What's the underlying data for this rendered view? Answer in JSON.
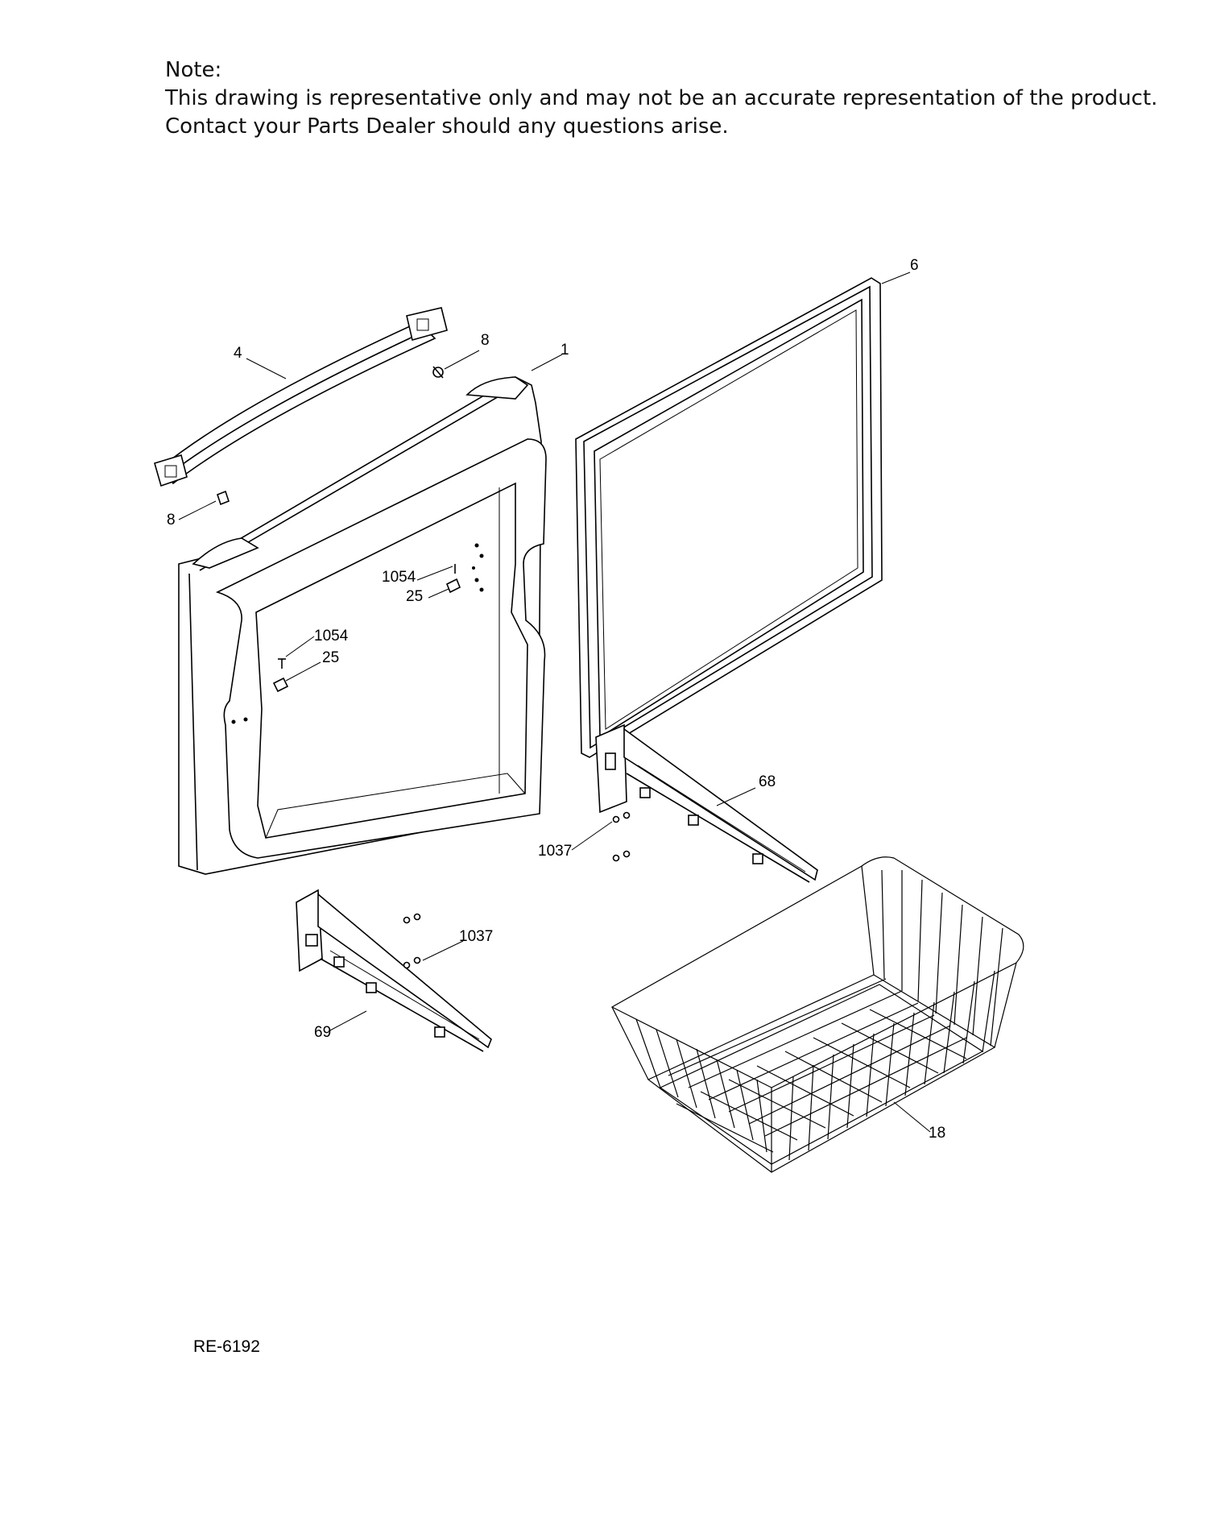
{
  "note": {
    "heading": "Note:",
    "line1": "This drawing is representative only and may not be an accurate representation of the product.",
    "line2": "Contact your Parts Dealer should any questions arise."
  },
  "callouts": {
    "c4": "4",
    "c8_top": "8",
    "c1": "1",
    "c6": "6",
    "c8_bottom": "8",
    "c1054_a": "1054",
    "c25_a": "25",
    "c1054_b": "1054",
    "c25_b": "25",
    "c68": "68",
    "c1037_a": "1037",
    "c1037_b": "1037",
    "c69": "69",
    "c18": "18"
  },
  "reference": "RE-6192"
}
